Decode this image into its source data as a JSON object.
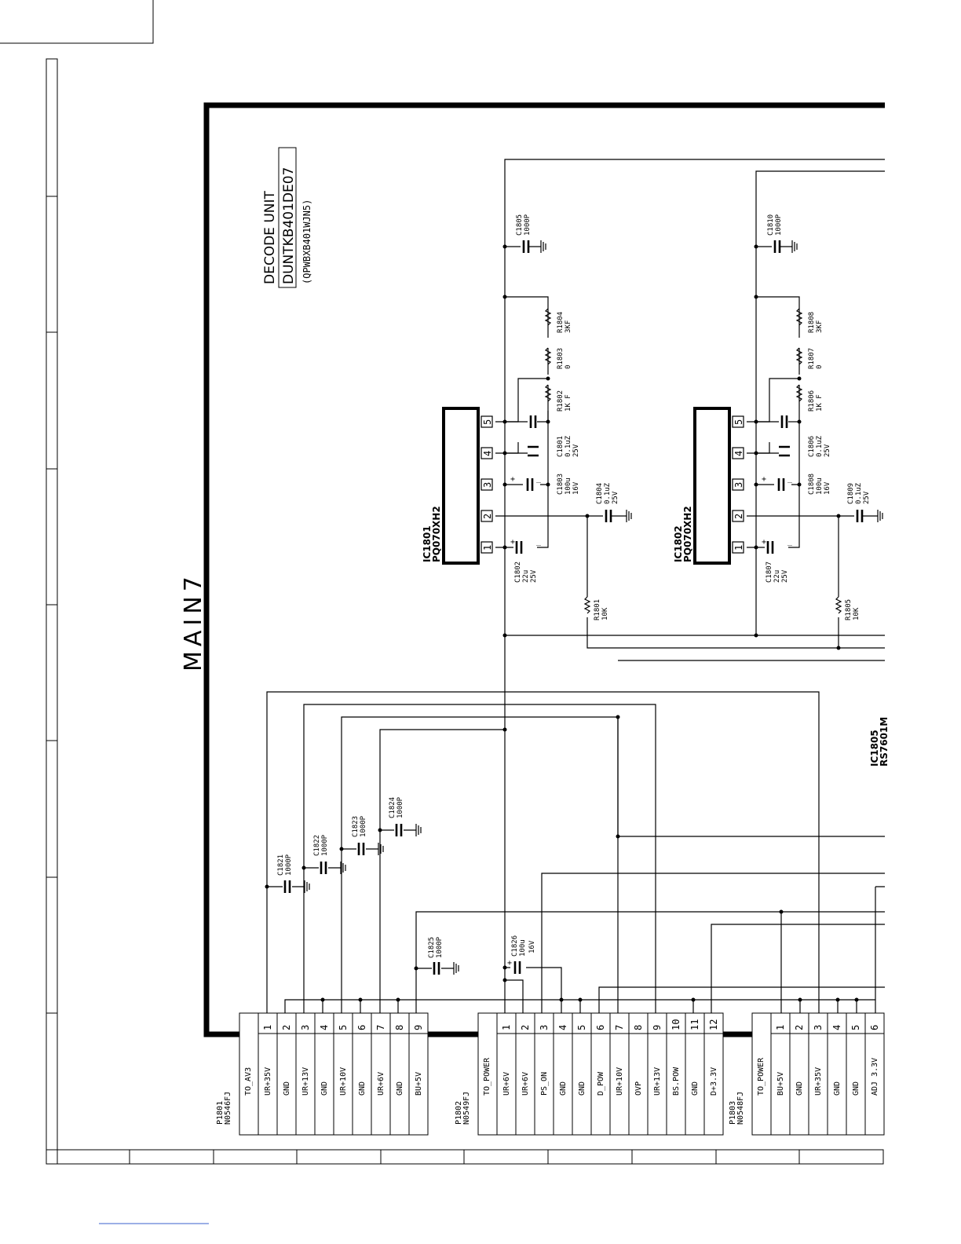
{
  "diagram": {
    "sheet_title": "MAIN7",
    "unit": {
      "name": "DECODE UNIT",
      "part_number": "DUNTKB401DE07",
      "pwb_code": "(QPWBXB401WJN5)"
    },
    "ics": [
      {
        "ref": "IC1801",
        "part": "PQ070XH2",
        "pins": [
          "1",
          "2",
          "3",
          "4",
          "5"
        ],
        "components": [
          {
            "ref": "R1801",
            "value": "10K"
          },
          {
            "ref": "R1802",
            "value": "1K F"
          },
          {
            "ref": "R1803",
            "value": "0"
          },
          {
            "ref": "R1804",
            "value": "3KF"
          },
          {
            "ref": "C1801",
            "value": "0.1uZ",
            "rating": "25V"
          },
          {
            "ref": "C1802",
            "value": "22u",
            "rating": "25V"
          },
          {
            "ref": "C1803",
            "value": "100u",
            "rating": "16V"
          },
          {
            "ref": "C1804",
            "value": "0.1uZ",
            "rating": "25V"
          },
          {
            "ref": "C1805",
            "value": "1000P"
          }
        ]
      },
      {
        "ref": "IC1802",
        "part": "PQ070XH2",
        "pins": [
          "1",
          "2",
          "3",
          "4",
          "5"
        ],
        "components": [
          {
            "ref": "R1805",
            "value": "10K"
          },
          {
            "ref": "R1806",
            "value": "1K F"
          },
          {
            "ref": "R1807",
            "value": "0"
          },
          {
            "ref": "R1808",
            "value": "3KF"
          },
          {
            "ref": "C1806",
            "value": "0.1uZ",
            "rating": "25V"
          },
          {
            "ref": "C1807",
            "value": "22u",
            "rating": "25V"
          },
          {
            "ref": "C1808",
            "value": "100u",
            "rating": "16V"
          },
          {
            "ref": "C1809",
            "value": "0.1uZ",
            "rating": "25V"
          },
          {
            "ref": "C1810",
            "value": "1000P"
          }
        ]
      }
    ],
    "ic1805_partial": "IC1805",
    "ic1805_part_partial": "RS7601M",
    "filter_caps": [
      {
        "ref": "C1821",
        "value": "1000P"
      },
      {
        "ref": "C1822",
        "value": "1000P"
      },
      {
        "ref": "C1823",
        "value": "1000P"
      },
      {
        "ref": "C1824",
        "value": "1000P"
      },
      {
        "ref": "C1825",
        "value": "1000P"
      },
      {
        "ref": "C1826",
        "value": "100u",
        "rating": "16V"
      }
    ],
    "connectors": [
      {
        "ref": "P1801",
        "part": "N0546FJ",
        "destination": "TO_AV3",
        "pins": [
          {
            "num": "1",
            "signal": "UR+35V"
          },
          {
            "num": "2",
            "signal": "GND"
          },
          {
            "num": "3",
            "signal": "UR+13V"
          },
          {
            "num": "4",
            "signal": "GND"
          },
          {
            "num": "5",
            "signal": "UR+10V"
          },
          {
            "num": "6",
            "signal": "GND"
          },
          {
            "num": "7",
            "signal": "UR+6V"
          },
          {
            "num": "8",
            "signal": "GND"
          },
          {
            "num": "9",
            "signal": "BU+5V"
          }
        ]
      },
      {
        "ref": "P1802",
        "part": "N0549FJ",
        "destination": "TO_POWER",
        "pins": [
          {
            "num": "1",
            "signal": "UR+6V"
          },
          {
            "num": "2",
            "signal": "UR+6V"
          },
          {
            "num": "3",
            "signal": "PS_ON"
          },
          {
            "num": "4",
            "signal": "GND"
          },
          {
            "num": "5",
            "signal": "GND"
          },
          {
            "num": "6",
            "signal": "D_POW"
          },
          {
            "num": "7",
            "signal": "UR+10V"
          },
          {
            "num": "8",
            "signal": "OVP"
          },
          {
            "num": "9",
            "signal": "UR+13V"
          },
          {
            "num": "10",
            "signal": "BS.POW"
          },
          {
            "num": "11",
            "signal": "GND"
          },
          {
            "num": "12",
            "signal": "D+3.3V"
          }
        ]
      },
      {
        "ref": "P1803",
        "part": "N0548FJ",
        "destination": "TO_POWER",
        "pins": [
          {
            "num": "1",
            "signal": "BU+5V"
          },
          {
            "num": "2",
            "signal": "GND"
          },
          {
            "num": "3",
            "signal": "UR+35V"
          },
          {
            "num": "4",
            "signal": "GND"
          },
          {
            "num": "5",
            "signal": "GND"
          },
          {
            "num": "6",
            "signal": "ADJ 3.3V"
          }
        ]
      }
    ],
    "polarity_marks": {
      "plus": "+",
      "minus": "_"
    }
  }
}
